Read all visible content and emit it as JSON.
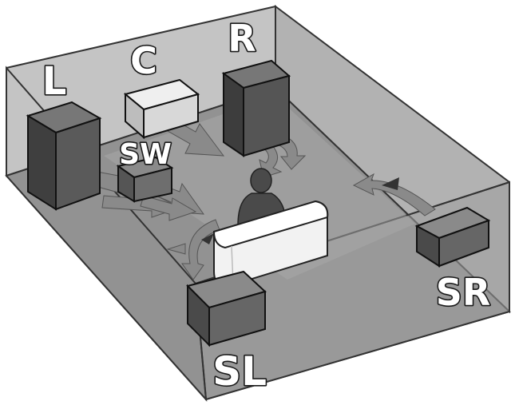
{
  "labels": {
    "left": "L",
    "center": "C",
    "right": "R",
    "subwoofer": "SW",
    "surround_left": "SL",
    "surround_right": "SR"
  },
  "colors": {
    "room_outline": "#333333",
    "floor": "#8f8f8f",
    "back_wall": "#c4c4c4",
    "speaker_dark": "#4e4e4e",
    "speaker_light": "#dcdcdc",
    "arrow": "#8a8a8a",
    "sofa": "#f2f2f2",
    "listener": "#4a4a4a"
  }
}
